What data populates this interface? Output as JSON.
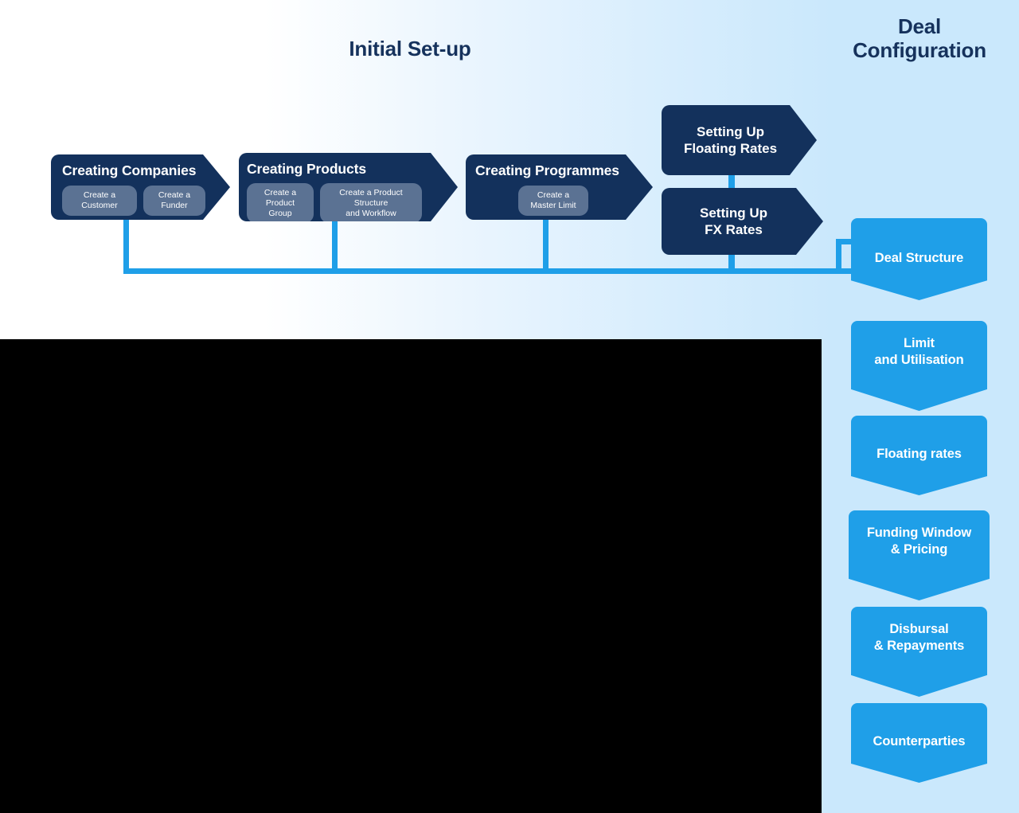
{
  "colors": {
    "navy": "#13315c",
    "blue_accent": "#1f9fe8",
    "pill": "#5b7293",
    "bg_right": "#cae8fc",
    "heading_text": "#16325c",
    "panel": "#000000"
  },
  "headings": {
    "initial_setup": "Initial Set-up",
    "deal_configuration": "Deal\nConfiguration"
  },
  "setup_stages": [
    {
      "title": "Creating Companies",
      "steps": [
        "Create a\nCustomer",
        "Create a\nFunder"
      ]
    },
    {
      "title": "Creating Products",
      "steps": [
        "Create a\nProduct Group",
        "Create a Product Structure\nand Workflow"
      ]
    },
    {
      "title": "Creating Programmes",
      "steps": [
        "Create a\nMaster Limit"
      ]
    }
  ],
  "rate_stages": [
    {
      "title": "Setting Up\nFloating Rates"
    },
    {
      "title": "Setting Up\nFX Rates"
    }
  ],
  "deal_configuration_items": [
    {
      "label": "Deal Structure"
    },
    {
      "label": "Limit\nand Utilisation"
    },
    {
      "label": "Floating rates"
    },
    {
      "label": "Funding Window\n& Pricing"
    },
    {
      "label": "Disbursal\n& Repayments"
    },
    {
      "label": "Counterparties"
    }
  ]
}
